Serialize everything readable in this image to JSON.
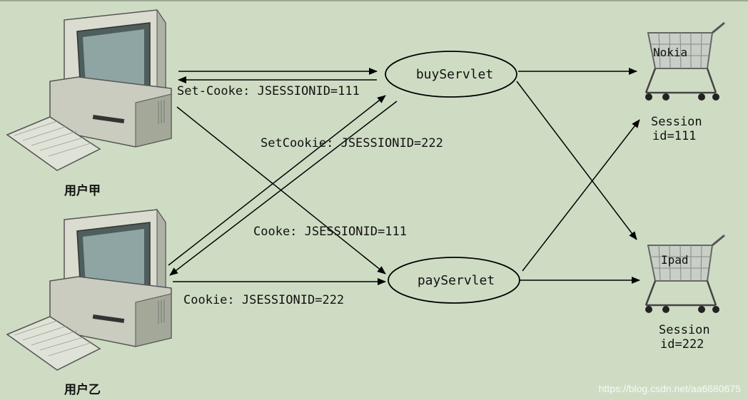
{
  "users": {
    "user_a": "用户甲",
    "user_b": "用户乙"
  },
  "servlets": {
    "buy": "buyServlet",
    "pay": "payServlet"
  },
  "edge_labels": {
    "set_cookie_a": "Set-Cooke: JSESSIONID=111",
    "set_cookie_b": "SetCookie: JSESSIONID=222",
    "cookie_a": "Cooke: JSESSIONID=111",
    "cookie_b": "Cookie: JSESSIONID=222"
  },
  "sessions": {
    "s1": {
      "item": "Nokia",
      "line1": "Session",
      "line2": "id=111"
    },
    "s2": {
      "item": "Ipad",
      "line1": "Session",
      "line2": "id=222"
    }
  },
  "watermark": "https://blog.csdn.net/aa6680675"
}
